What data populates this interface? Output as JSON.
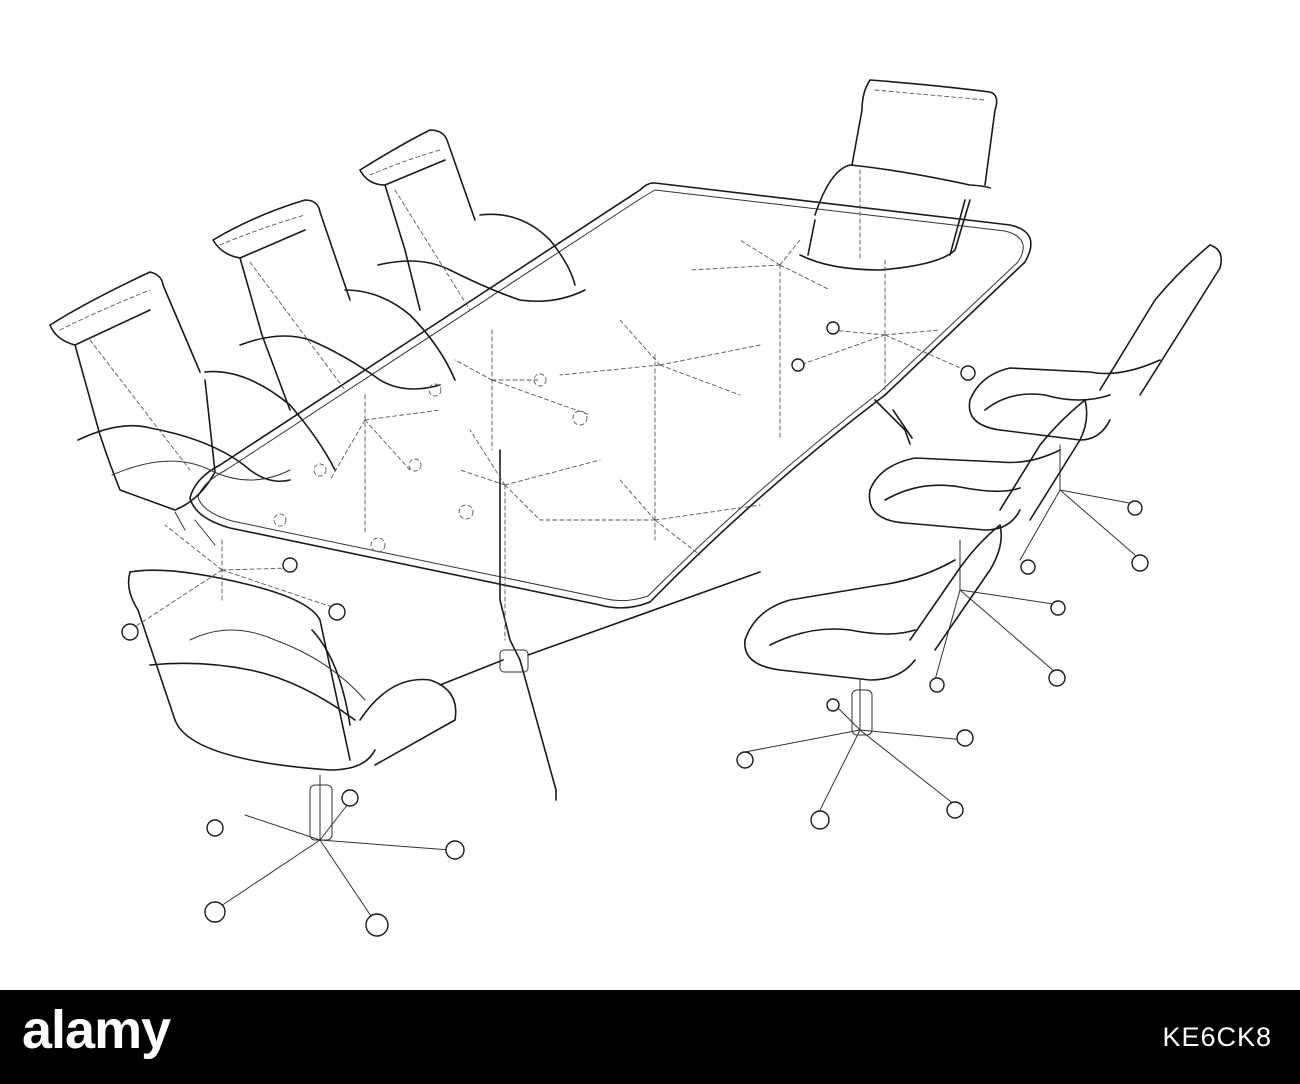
{
  "footer": {
    "brand": "alamy",
    "image_id": "KE6CK8"
  },
  "colors": {
    "background": "#ffffff",
    "line": "#1a1a1a",
    "footer_bg": "#000000",
    "footer_text": "#ffffff"
  },
  "icons": {
    "brand_logo": "alamy-logo"
  }
}
